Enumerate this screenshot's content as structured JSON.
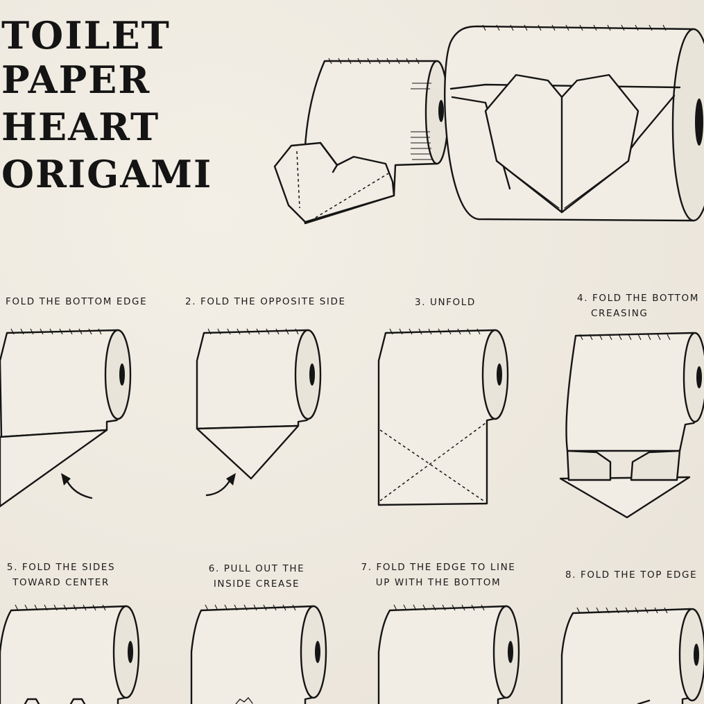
{
  "title_lines": [
    "TOILET",
    "PAPER",
    "HEART",
    "ORIGAMI"
  ],
  "steps": [
    {
      "lines": [
        "FOLD THE BOTTOM EDGE"
      ]
    },
    {
      "lines": [
        "2. FOLD THE OPPOSITE SIDE"
      ]
    },
    {
      "lines": [
        "3. UNFOLD"
      ]
    },
    {
      "lines": [
        "4. FOLD THE BOTTOM",
        "CREASING"
      ]
    },
    {
      "lines": [
        "5. FOLD THE SIDES",
        "TOWARD CENTER"
      ]
    },
    {
      "lines": [
        "6. PULL OUT THE",
        "INSIDE CREASE"
      ]
    },
    {
      "lines": [
        "7. FOLD THE EDGE TO LINE",
        "UP WITH THE BOTTOM"
      ]
    },
    {
      "lines": [
        "8. FOLD THE TOP EDGE"
      ]
    }
  ]
}
